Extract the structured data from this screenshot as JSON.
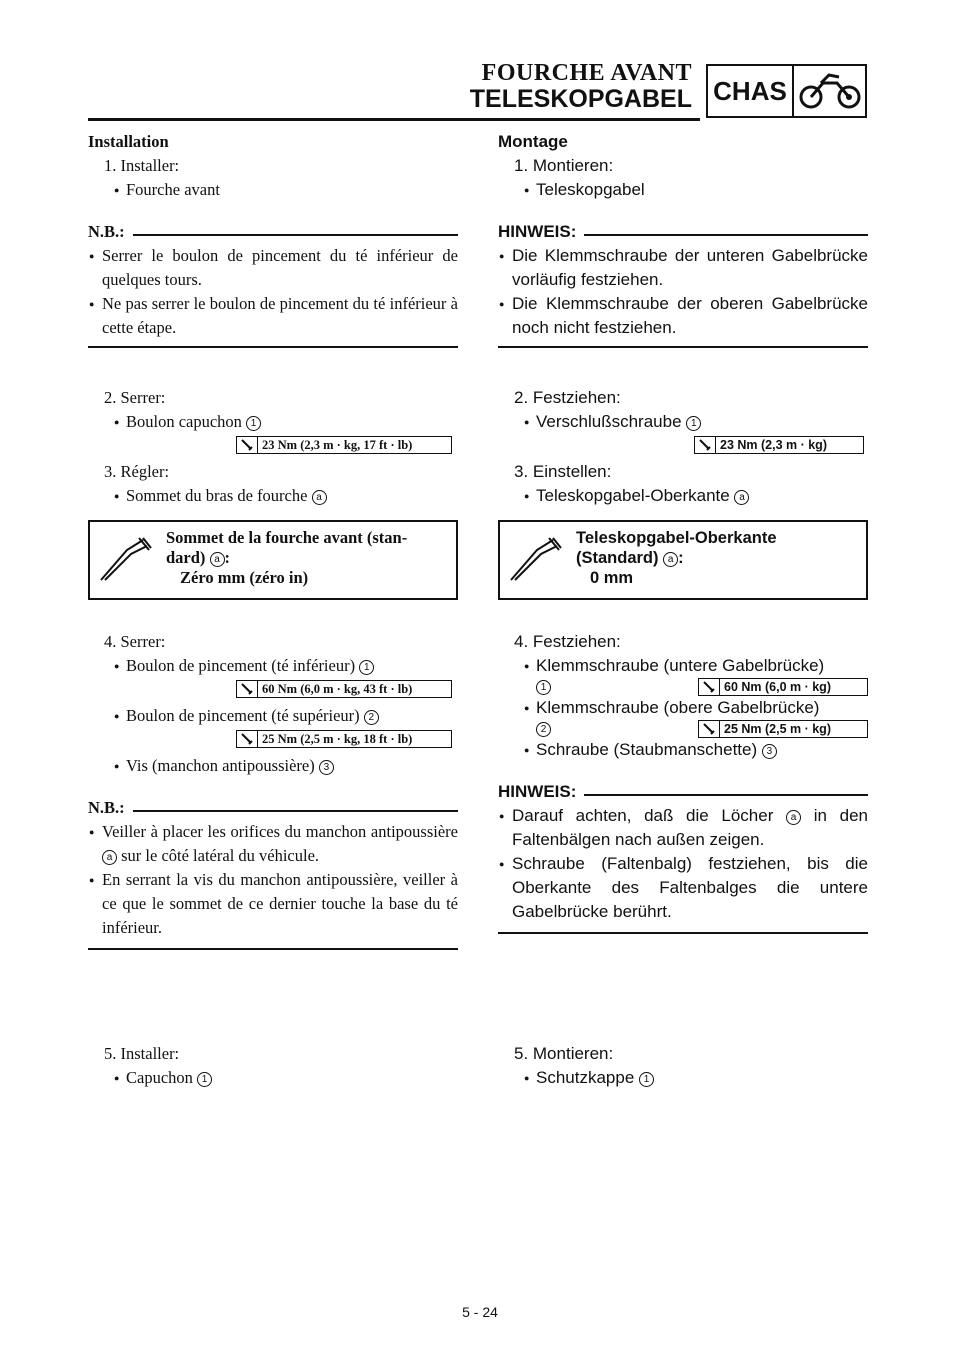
{
  "header": {
    "title_fr": "FOURCHE AVANT",
    "title_de": "TELESKOPGABEL",
    "badge": "CHAS",
    "badge_icon": "motorcycle-icon"
  },
  "fr": {
    "install_title": "Installation",
    "s1": "1. Installer:",
    "s1_b1": "Fourche avant",
    "nb1_label": "N.B.:",
    "nb1_i1": "Serrer le boulon de pincement du té inférieur de quelques tours.",
    "nb1_i2": "Ne pas serrer le boulon de pincement du té inférieur à cette étape.",
    "s2": "2. Serrer:",
    "s2_b1": "Boulon capuchon",
    "s2_b1_ref": "1",
    "t1": "23 Nm (2,3 m · kg, 17 ft · lb)",
    "s3": "3. Régler:",
    "s3_b1": "Sommet du bras de fourche",
    "s3_b1_ref": "a",
    "spec_l1": "Sommet de la fourche avant (stan-",
    "spec_l2a": "dard)",
    "spec_ref": "a",
    "spec_l3": "Zéro mm (zéro in)",
    "s4": "4. Serrer:",
    "s4_b1": "Boulon de pincement (té inférieur)",
    "s4_b1_ref": "1",
    "t2": "60 Nm (6,0 m · kg, 43 ft · lb)",
    "s4_b2": "Boulon de pincement (té supérieur)",
    "s4_b2_ref": "2",
    "t3": "25 Nm (2,5 m · kg, 18 ft · lb)",
    "s4_b3": "Vis (manchon antipoussière)",
    "s4_b3_ref": "3",
    "nb2_label": "N.B.:",
    "nb2_i1a": "Veiller à placer les orifices du manchon antipoussière",
    "nb2_i1_ref": "a",
    "nb2_i1b": "sur le côté latéral du véhicule.",
    "nb2_i2": "En serrant la vis du manchon antipoussière, veiller à ce que le sommet de ce dernier touche la base du té inférieur.",
    "s5": "5. Installer:",
    "s5_b1": "Capuchon",
    "s5_b1_ref": "1"
  },
  "de": {
    "install_title": "Montage",
    "s1": "1. Montieren:",
    "s1_b1": "Teleskopgabel",
    "nb1_label": "HINWEIS:",
    "nb1_i1": "Die Klemmschraube der unteren Gabelbrücke vorläufig festziehen.",
    "nb1_i2": "Die Klemmschraube der oberen Gabelbrücke noch nicht festziehen.",
    "s2": "2. Festziehen:",
    "s2_b1": "Verschlußschraube",
    "s2_b1_ref": "1",
    "t1": "23 Nm (2,3 m · kg)",
    "s3": "3. Einstellen:",
    "s3_b1": "Teleskopgabel-Oberkante",
    "s3_b1_ref": "a",
    "spec_l1": "Teleskopgabel-Oberkante",
    "spec_l2a": "(Standard)",
    "spec_ref": "a",
    "spec_l3": "0 mm",
    "s4": "4. Festziehen:",
    "s4_b1": "Klemmschraube (untere Gabelbrücke)",
    "s4_b1_ref": "1",
    "t2": "60 Nm (6,0 m · kg)",
    "s4_b2": "Klemmschraube (obere Gabelbrücke)",
    "s4_b2_ref": "2",
    "t3": "25 Nm (2,5 m · kg)",
    "s4_b3": "Schraube (Staubmanschette)",
    "s4_b3_ref": "3",
    "nb2_label": "HINWEIS:",
    "nb2_i1a": "Darauf achten, daß die Löcher",
    "nb2_i1_ref": "a",
    "nb2_i1b": "in den Faltenbälgen nach außen zeigen.",
    "nb2_i2": "Schraube (Faltenbalg) festziehen, bis die Oberkante des Faltenbalges die untere Gabelbrücke berührt.",
    "s5": "5. Montieren:",
    "s5_b1": "Schutzkappe",
    "s5_b1_ref": "1"
  },
  "footer": {
    "page_number": "5 - 24"
  }
}
